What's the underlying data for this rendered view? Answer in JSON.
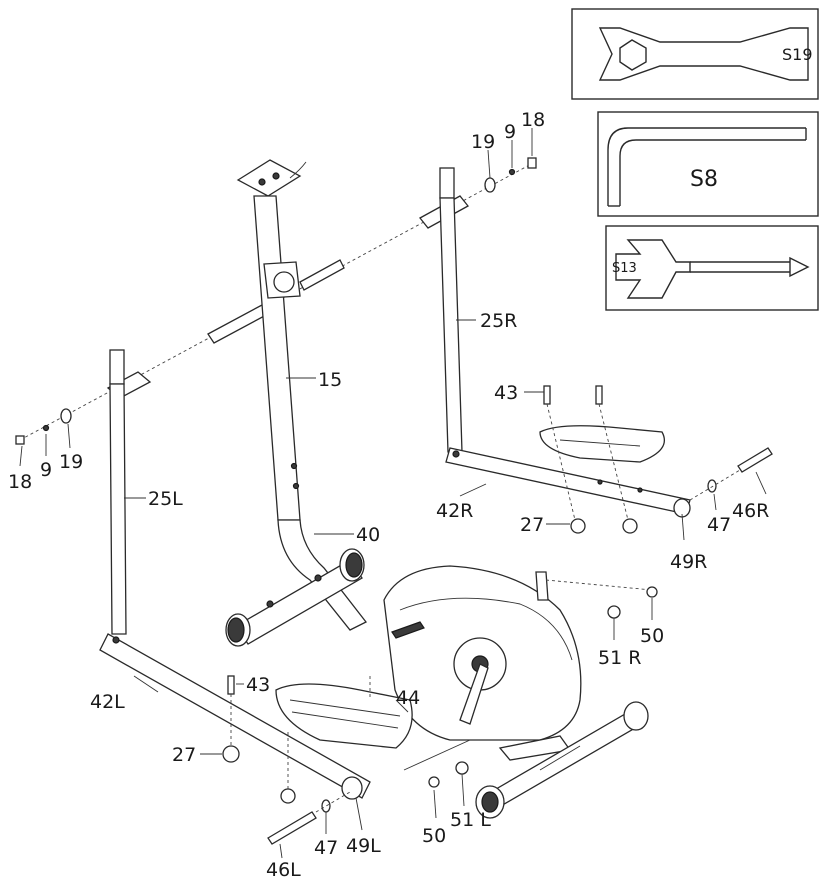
{
  "tools": {
    "wrench_label": "S19",
    "allen_key_label": "S8",
    "spanner_label": "S13"
  },
  "labels": {
    "p18_top": "18",
    "p9_top": "9",
    "p19_top": "19",
    "p25R": "25R",
    "p15": "15",
    "p18_left": "18",
    "p9_left": "9",
    "p19_left": "19",
    "p25L": "25L",
    "p43_right": "43",
    "p42R": "42R",
    "p27_right": "27",
    "p46R": "46R",
    "p47_right": "47",
    "p49R": "49R",
    "p40": "40",
    "p50_right": "50",
    "p51R": "51 R",
    "p42L": "42L",
    "p43_left": "43",
    "p44": "44",
    "p27_left": "27",
    "p50_left": "50",
    "p51L": "51 L",
    "p46L": "46L",
    "p47_left": "47",
    "p49L": "49L"
  }
}
